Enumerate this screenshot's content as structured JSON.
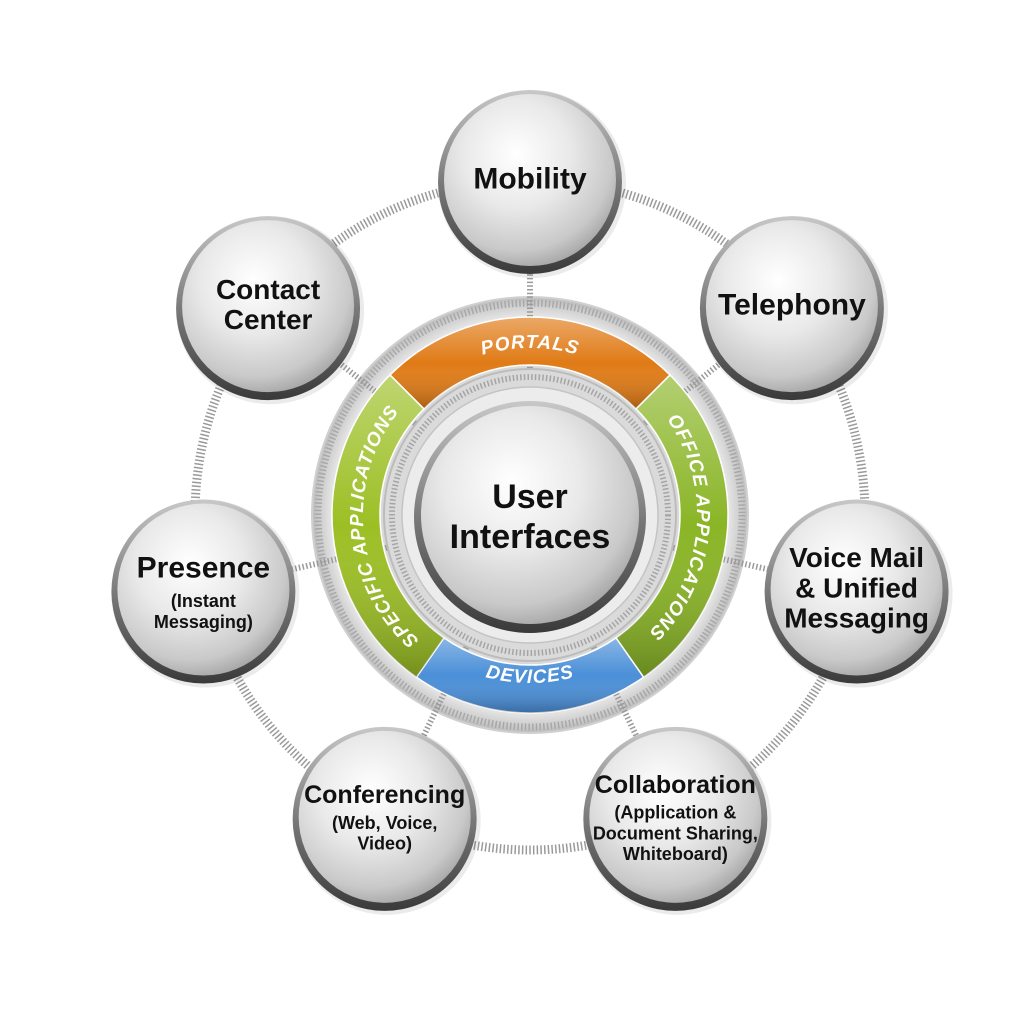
{
  "center": {
    "lines": [
      "User",
      "Interfaces"
    ]
  },
  "bands": [
    {
      "id": "portals",
      "label": "PORTALS",
      "color": "#e07b16"
    },
    {
      "id": "office",
      "label": "OFFICE APPLICATIONS",
      "color": "#8ab526"
    },
    {
      "id": "devices",
      "label": "DEVICES",
      "color": "#4a8fd8"
    },
    {
      "id": "specific",
      "label": "SPECIFIC APPLICATIONS",
      "color": "#9cbf24"
    }
  ],
  "nodes": [
    {
      "id": "mobility",
      "title": [
        "Mobility"
      ],
      "sub": []
    },
    {
      "id": "telephony",
      "title": [
        "Telephony"
      ],
      "sub": []
    },
    {
      "id": "voice-mail",
      "title": [
        "Voice Mail",
        "& Unified",
        "Messaging"
      ],
      "sub": []
    },
    {
      "id": "collaboration",
      "title": [
        "Collaboration"
      ],
      "sub": [
        "(Application &",
        "Document Sharing,",
        "Whiteboard)"
      ]
    },
    {
      "id": "conferencing",
      "title": [
        "Conferencing"
      ],
      "sub": [
        "(Web, Voice,",
        "Video)"
      ]
    },
    {
      "id": "presence",
      "title": [
        "Presence"
      ],
      "sub": [
        "(Instant",
        "Messaging)"
      ]
    },
    {
      "id": "contact-center",
      "title": [
        "Contact",
        "Center"
      ],
      "sub": []
    }
  ]
}
